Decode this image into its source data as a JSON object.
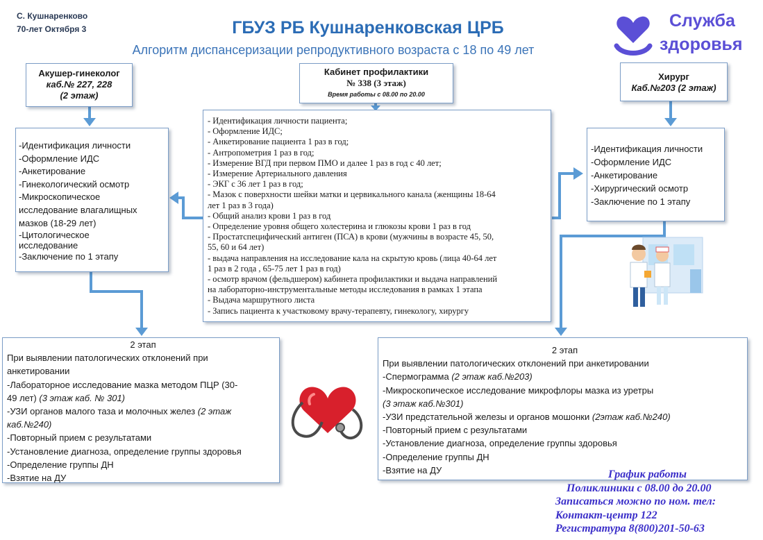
{
  "address": {
    "line1": "С. Кушнаренково",
    "line2": "70-лет Октября 3"
  },
  "header": {
    "title": "ГБУЗ РБ Кушнаренковская ЦРБ",
    "subtitle": "Алгоритм диспансеризации репродуктивного возраста с 18 по 49 лет"
  },
  "logo": {
    "line1": "Служба",
    "line2": "здоровья",
    "icon": "heart-smile-icon",
    "color": "#5b4fd6"
  },
  "gynecologist": {
    "title": "Акушер-гинеколог",
    "room": "каб.№ 227, 228",
    "floor": "(2 этаж)"
  },
  "prophylaxis": {
    "title": "Кабинет профилактики",
    "room": "№ 338 (3 этаж)",
    "hours": "Время работы с 08.00 по 20.00"
  },
  "surgeon": {
    "title": "Хирург",
    "room": "Каб.№203 (2 этаж)"
  },
  "prophylaxis_list": [
    "- Идентификация личности пациента;",
    "- Оформление ИДС;",
    "- Анкетирование пациента 1 раз в год;",
    "- Антропометрия 1 раз в год;",
    "- Измерение ВГД при первом ПМО и далее 1 раз в год с 40 лет;",
    "- Измерение Артериального давления",
    "- ЭКГ с 36 лет 1 раз в год;",
    "- Мазок с поверхности шейки матки и цервикального канала (женщины 18-64",
    "лет 1 раз в 3 года)",
    "- Общий анализ крови 1 раз в год",
    "- Определение уровня общего холестерина и глюкозы крови 1 раз в год",
    "- Простатспецифический антиген (ПСА) в крови (мужчины в возрасте 45, 50,",
    "55, 60 и 64 лет)",
    "- выдача направления на исследование кала на скрытую кровь (лица 40-64 лет",
    "1 раз в 2 года , 65-75 лет 1 раз в год)",
    "- осмотр врачом (фельдшером) кабинета профилактики и выдача направлений",
    "на лабораторно-инструментальные методы исследования в рамках 1 этапа",
    "- Выдача маршрутного листа",
    "- Запись пациента к участковому врачу-терапевту, гинекологу, хирургу"
  ],
  "gyn_list": [
    "-Идентификация личности",
    "-Оформление ИДС",
    "-Анкетирование",
    "-Гинекологический осмотр",
    "-Микроскопическое",
    "исследование влагалищных",
    "мазков (18-29 лет)",
    "-Цитологическое",
    "исследование",
    "-Заключение по 1 этапу"
  ],
  "surg_list": [
    "-Идентификация личности",
    "-Оформление ИДС",
    "-Анкетирование",
    "-Хирургический осмотр",
    "-Заключение по 1 этапу"
  ],
  "stage2_left": {
    "title": "2 этап",
    "lines": [
      {
        "t": "При выявлении патологических отклонений при",
        "i": ""
      },
      {
        "t": "анкетировании",
        "i": ""
      },
      {
        "t": "-Лабораторное исследование мазка методом ПЦР (30-",
        "i": ""
      },
      {
        "t": "49 лет) ",
        "i": "(3 этаж каб. № 301)"
      },
      {
        "t": "-УЗИ органов малого таза и молочных желез ",
        "i": "(2 этаж"
      },
      {
        "t": "",
        "i": "каб.№240)"
      },
      {
        "t": "-Повторный прием с результатами",
        "i": ""
      },
      {
        "t": "-Установление диагноза, определение группы здоровья",
        "i": ""
      },
      {
        "t": "-Определение группы ДН",
        "i": ""
      },
      {
        "t": "-Взятие на ДУ",
        "i": ""
      }
    ]
  },
  "stage2_right": {
    "title": "2 этап",
    "lines": [
      {
        "t": "При выявлении патологических отклонений при анкетировании",
        "i": ""
      },
      {
        "t": "-Спермограмма ",
        "i": "(2 этаж каб.№203)"
      },
      {
        "t": "-Микроскопическое исследование микрофлоры мазка из уретры",
        "i": ""
      },
      {
        "t": "",
        "i": "(3 этаж каб.№301)"
      },
      {
        "t": "-УЗИ предстательной железы и органов мошонки ",
        "i": "(2этаж каб.№240)"
      },
      {
        "t": "-Повторный прием с результатами",
        "i": ""
      },
      {
        "t": "-Установление диагноза, определение группы здоровья",
        "i": ""
      },
      {
        "t": "-Определение группы ДН",
        "i": ""
      },
      {
        "t": "-Взятие на ДУ",
        "i": ""
      }
    ]
  },
  "schedule": {
    "title": "График работы",
    "hours": "Поликлиники с 08.00 до 20.00",
    "signup": "Записаться можно по ном. тел:",
    "contact": "Контакт-центр 122",
    "registry": "Регистратура 8(800)201-50-63",
    "color": "#3b2fc9"
  },
  "colors": {
    "title": "#2b6cb5",
    "arrow": "#5b9bd5",
    "border": "#7a9cc6"
  }
}
